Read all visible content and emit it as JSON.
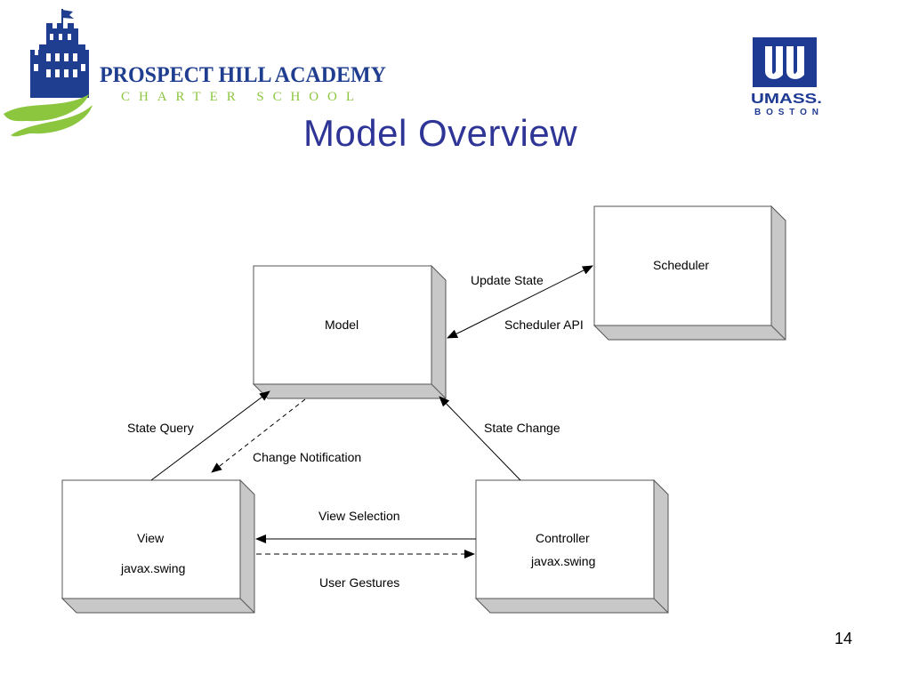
{
  "slide": {
    "title": "Model Overview",
    "page_number": "14"
  },
  "logos": {
    "left": {
      "line1": "PROSPECT HILL ACADEMY",
      "line2": "CHARTER SCHOOL",
      "colors": {
        "navy": "#1f3e8f",
        "green": "#8cc63f"
      }
    },
    "right": {
      "line1": "UMASS.",
      "line2": "BOSTON",
      "color": "#1f3a93"
    }
  },
  "diagram": {
    "nodes": {
      "model": {
        "label": "Model"
      },
      "scheduler": {
        "label": "Scheduler"
      },
      "view": {
        "label": "View",
        "sublabel": "javax.swing"
      },
      "controller": {
        "label": "Controller",
        "sublabel": "javax.swing"
      }
    },
    "edges": {
      "update_state": "Update State",
      "scheduler_api": "Scheduler API",
      "state_query": "State Query",
      "change_notification": "Change Notification",
      "state_change": "State Change",
      "view_selection": "View Selection",
      "user_gestures": "User Gestures"
    }
  }
}
